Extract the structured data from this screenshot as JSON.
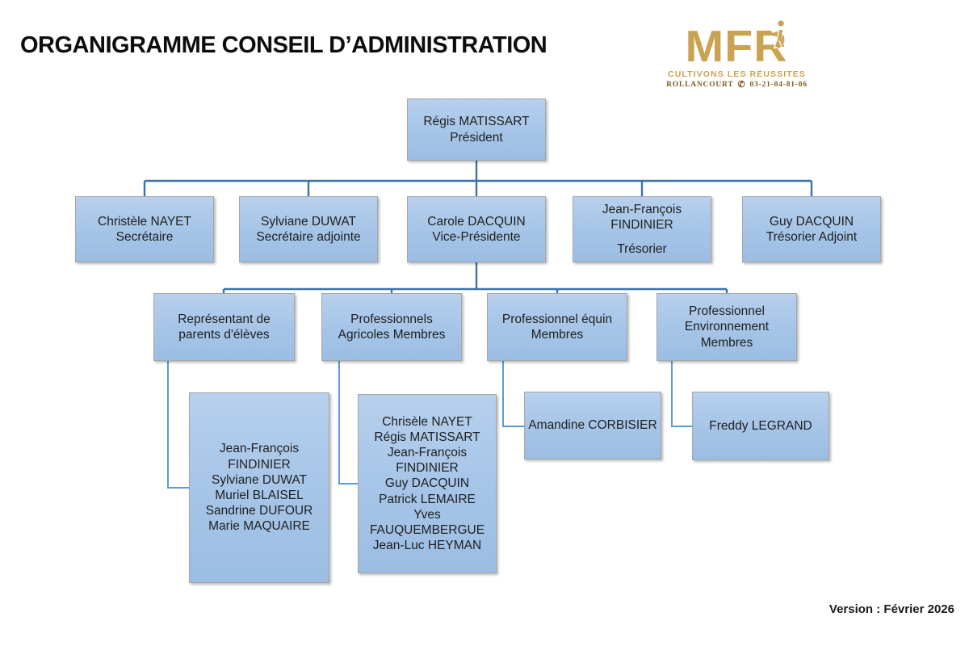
{
  "page": {
    "title": "ORGANIGRAMME CONSEIL D’ADMINISTRATION",
    "version": "Version : Février 2026"
  },
  "logo": {
    "acronym": "MFR",
    "tagline": "CULTIVONS LES RÉUSSITES",
    "location": "ROLLANCOURT",
    "phone": "03-21-04-81-06",
    "gold": "#C9A351",
    "dark_gold": "#7D5F1D"
  },
  "colors": {
    "box_fill_top": "#B7D0ED",
    "box_fill_bottom": "#9CBDE3",
    "box_border": "#A6A6A6",
    "connector_main": "#3A74AE",
    "connector_elbow": "#5B9BD5",
    "text": "#1f1f1f"
  },
  "chart": {
    "president": {
      "name": "Régis MATISSART",
      "role": "Président"
    },
    "board": [
      {
        "name": "Christèle NAYET",
        "role": "Secrétaire"
      },
      {
        "name": "Sylviane DUWAT",
        "role": "Secrétaire adjointe"
      },
      {
        "name": "Carole DACQUIN",
        "role": "Vice-Présidente"
      },
      {
        "name": "Jean-François FINDINIER",
        "role": "Trésorier"
      },
      {
        "name": "Guy DACQUIN",
        "role": "Trésorier Adjoint"
      }
    ],
    "categories": [
      {
        "label": "Représentant de parents d'élèves"
      },
      {
        "label": "Professionnels Agricoles Membres"
      },
      {
        "label": "Professionnel équin Membres"
      },
      {
        "label": "Professionnel Environnement Membres"
      }
    ],
    "members": {
      "parents": [
        "Jean-François FINDINIER",
        "Sylviane DUWAT",
        "Muriel BLAISEL",
        "Sandrine DUFOUR",
        "Marie MAQUAIRE"
      ],
      "agricoles": [
        "Chrisèle NAYET",
        "Régis MATISSART",
        "Jean-François FINDINIER",
        "Guy DACQUIN",
        "Patrick LEMAIRE",
        "Yves FAUQUEMBERGUE",
        "Jean-Luc HEYMAN"
      ],
      "equin": [
        "Amandine CORBISIER"
      ],
      "environnement": [
        "Freddy LEGRAND"
      ]
    }
  }
}
